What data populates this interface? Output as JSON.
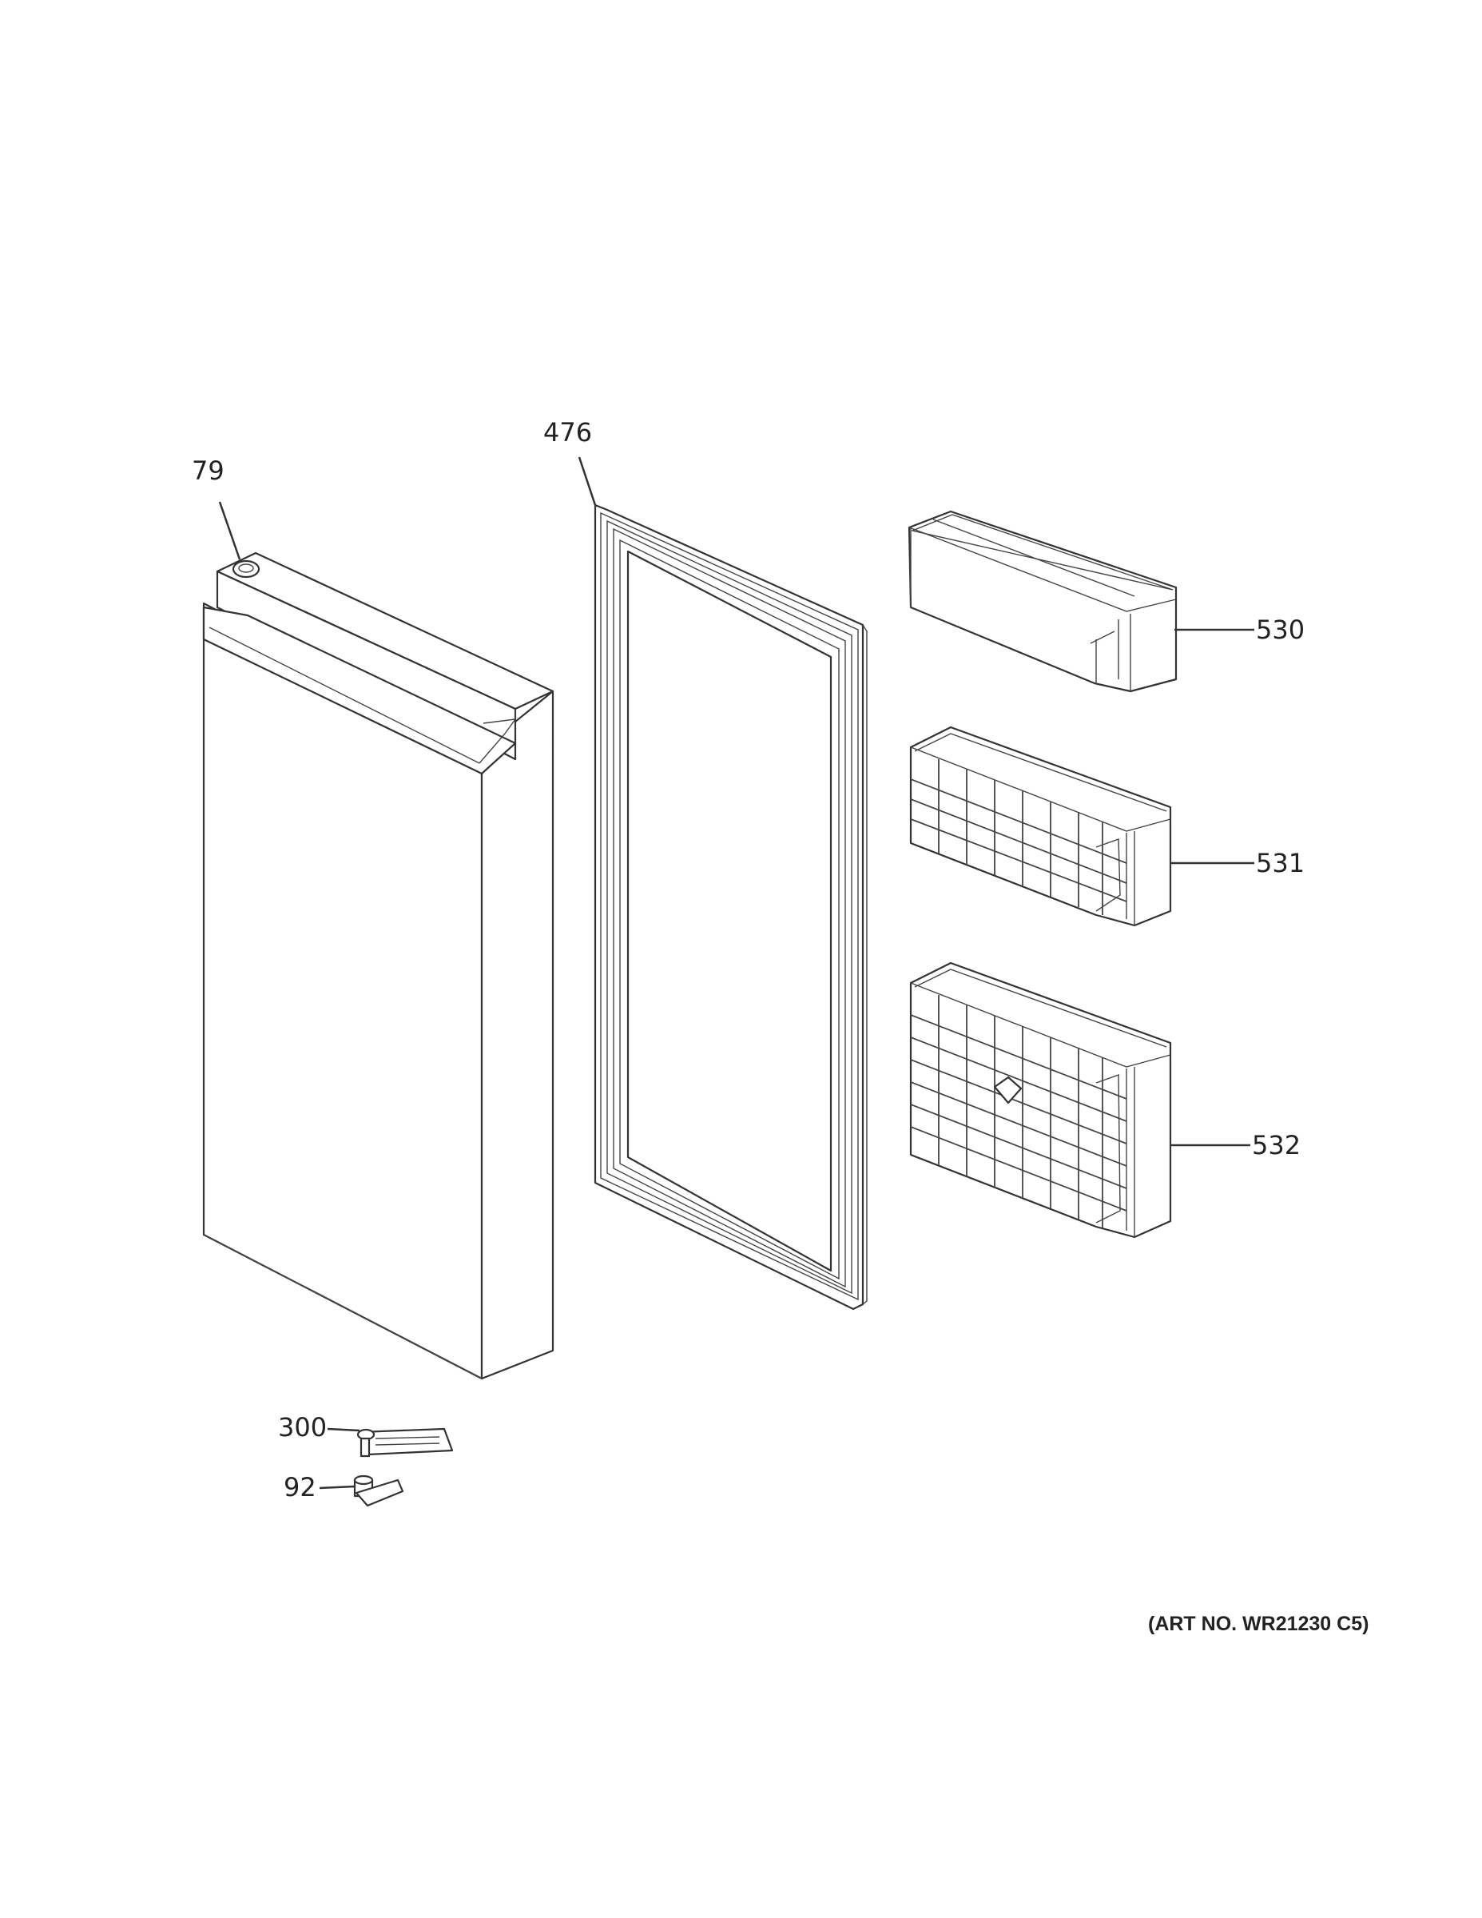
{
  "callouts": [
    {
      "id": "door",
      "label": "79"
    },
    {
      "id": "gasket",
      "label": "476"
    },
    {
      "id": "bin-small",
      "label": "530"
    },
    {
      "id": "bin-medium",
      "label": "531"
    },
    {
      "id": "bin-large",
      "label": "532"
    },
    {
      "id": "hinge",
      "label": "300"
    },
    {
      "id": "hinge-pin",
      "label": "92"
    }
  ],
  "art_number": "(ART NO. WR21230 C5)",
  "colors": {
    "line": "#333333",
    "background": "#ffffff"
  }
}
